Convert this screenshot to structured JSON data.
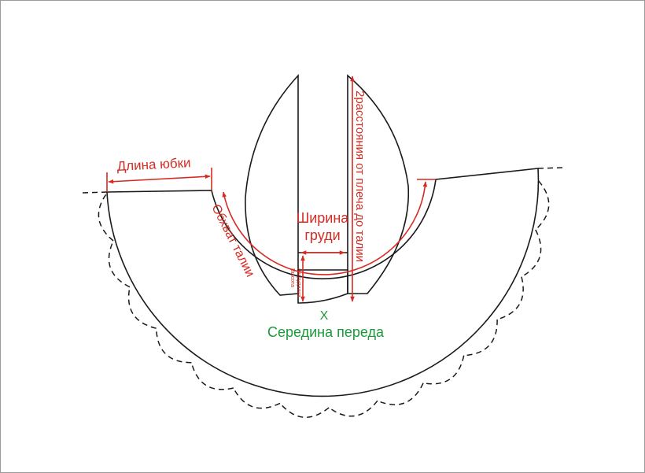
{
  "colors": {
    "outline": "#1a1a1a",
    "measure": "#d62b22",
    "center_label": "#1a9a3a"
  },
  "labels": {
    "skirt_length": "Длина юбки",
    "waist_girth": "Обхват талии",
    "chest_width_line1": "Ширина",
    "chest_width_line2": "груди",
    "twice_shoulder_to_waist": "2расстояния от плеча до талии",
    "bib_height_line1": "Высота",
    "bib_height_line2": "нагрудника",
    "center_mark": "X",
    "center_front": "Середина переда"
  }
}
